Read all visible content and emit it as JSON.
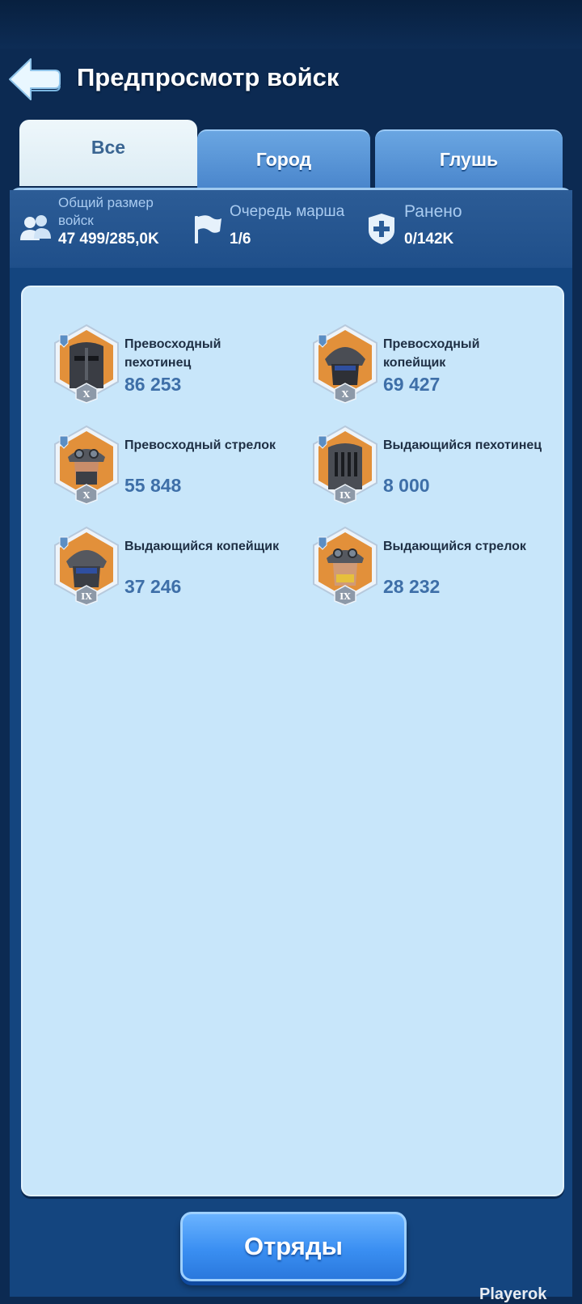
{
  "header": {
    "title": "Предпросмотр войск"
  },
  "tabs": [
    {
      "label": "Все",
      "active": true
    },
    {
      "label": "Город",
      "active": false
    },
    {
      "label": "Глушь",
      "active": false
    }
  ],
  "stats": {
    "total": {
      "label": "Общий размер войск",
      "value": "47 499/285,0K"
    },
    "march_queue": {
      "label": "Очередь марша",
      "value": "1/6"
    },
    "wounded": {
      "label": "Ранено",
      "value": "0/142K"
    }
  },
  "units": [
    {
      "name": "Превосходный пехотинец",
      "count": "86 253",
      "tier": "X",
      "type": "infantry",
      "icon": "shield-icon"
    },
    {
      "name": "Превосходный копейщик",
      "count": "69 427",
      "tier": "X",
      "type": "pikeman",
      "icon": "spear-icon"
    },
    {
      "name": "Превосходный стрелок",
      "count": "55 848",
      "tier": "X",
      "type": "archer",
      "icon": "bow-icon"
    },
    {
      "name": "Выдающийся пехотинец",
      "count": "8 000",
      "tier": "IX",
      "type": "infantry",
      "icon": "shield-icon"
    },
    {
      "name": "Выдающийся копейщик",
      "count": "37 246",
      "tier": "IX",
      "type": "pikeman",
      "icon": "spear-icon"
    },
    {
      "name": "Выдающийся стрелок",
      "count": "28 232",
      "tier": "IX",
      "type": "archer",
      "icon": "bow-icon"
    }
  ],
  "footer": {
    "squads_label": "Отряды",
    "watermark": "Playerok"
  },
  "colors": {
    "background": "#0c2a52",
    "panel": "#14457f",
    "content": "#c8e6fa",
    "accent": "#3a8ff2",
    "count_text": "#3e6fa8"
  }
}
